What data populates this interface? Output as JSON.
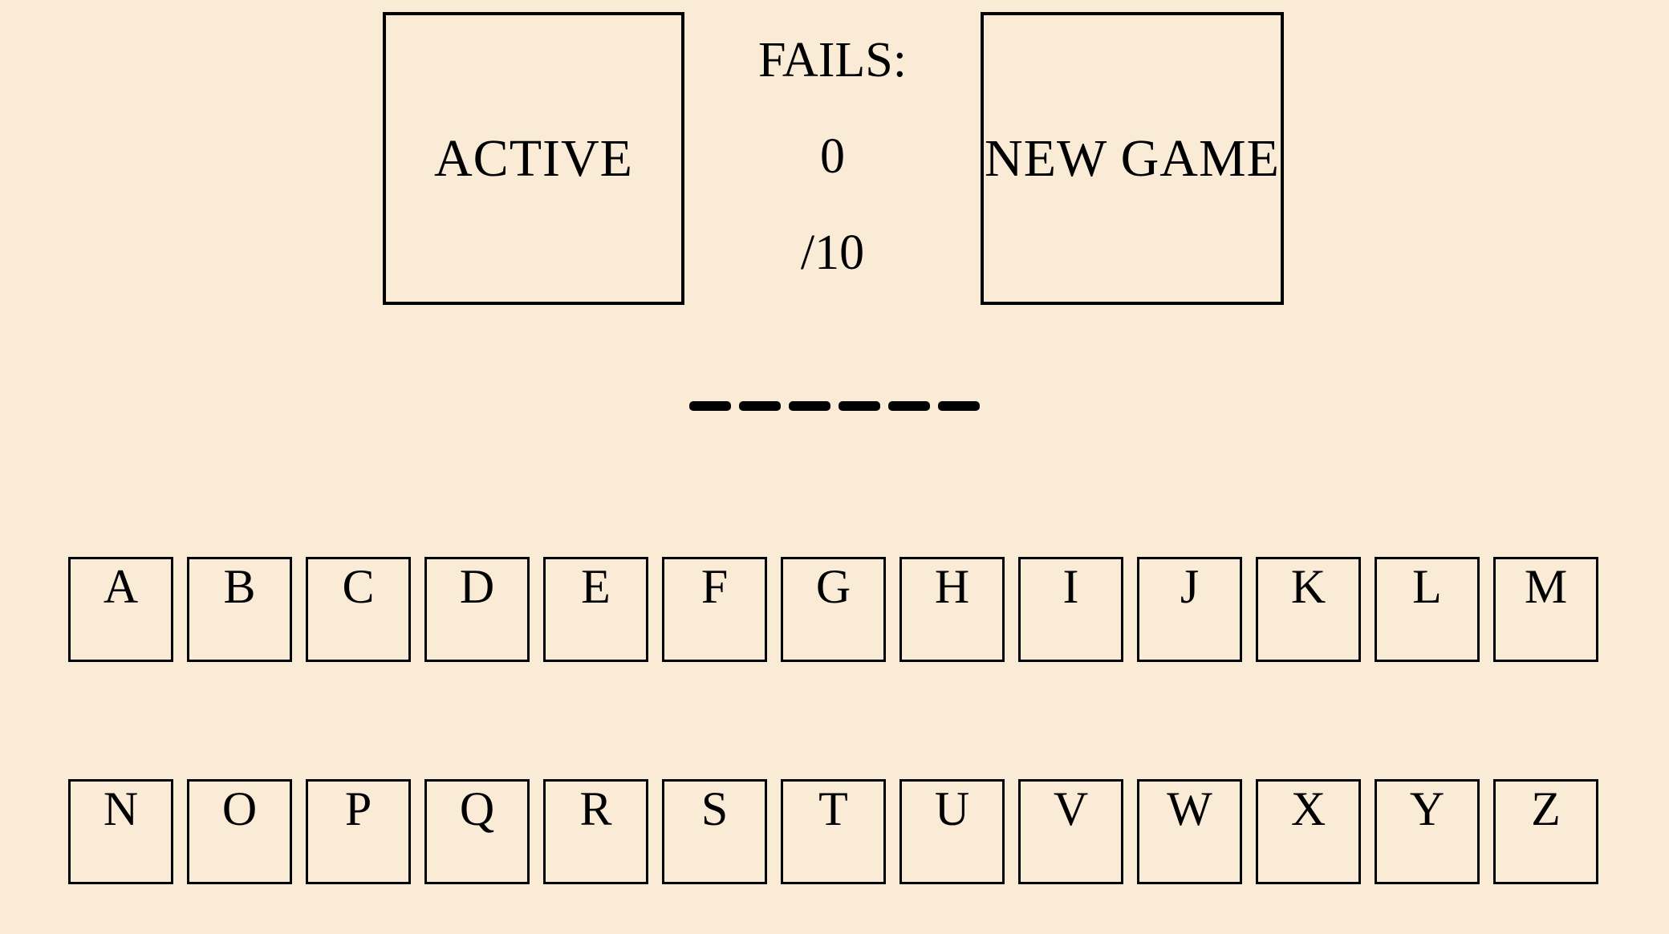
{
  "game": {
    "status_label": "ACTIVE",
    "new_game_label": "NEW GAME",
    "fails": {
      "label": "FAILS:",
      "count": "0",
      "max": "/10"
    }
  },
  "word": {
    "letter_count": 6
  },
  "keyboard": {
    "row1": [
      "A",
      "B",
      "C",
      "D",
      "E",
      "F",
      "G",
      "H",
      "I",
      "J",
      "K",
      "L",
      "M"
    ],
    "row2": [
      "N",
      "O",
      "P",
      "Q",
      "R",
      "S",
      "T",
      "U",
      "V",
      "W",
      "X",
      "Y",
      "Z"
    ]
  },
  "colors": {
    "background": "#faebd7",
    "ink": "#000000"
  }
}
